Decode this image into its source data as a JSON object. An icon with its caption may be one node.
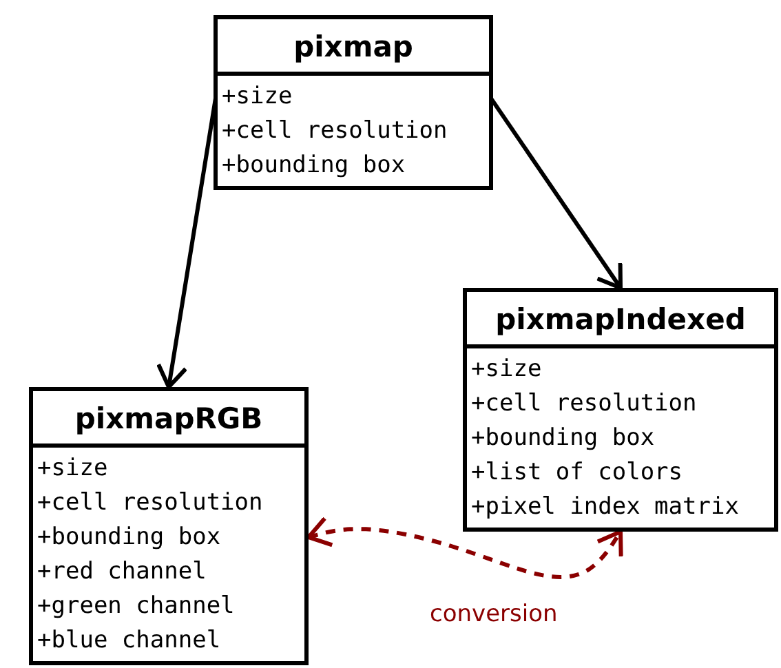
{
  "diagram": {
    "nodes": [
      {
        "text": [
          "pixmap",
          "+size",
          "+cell resolution",
          "+bounding box"
        ]
      },
      {
        "text": [
          "pixmapIndexed",
          "+size",
          "+cell resolution",
          "+bounding box",
          "+list of colors",
          "+pixel index matrix"
        ]
      },
      {
        "text": [
          "pixmapRGB",
          "+size",
          "+cell resolution",
          "+bounding box",
          "+red channel",
          "+green channel",
          "+blue channel"
        ]
      }
    ],
    "edges": [
      {
        "from": 0,
        "to": 2,
        "arrow": "to"
      },
      {
        "from": 0,
        "to": 1,
        "arrow": "to"
      },
      {
        "from": 2,
        "to": 1,
        "arrow": "both",
        "label": "conversion",
        "style": "dashed",
        "color": "#8b0000"
      }
    ]
  }
}
